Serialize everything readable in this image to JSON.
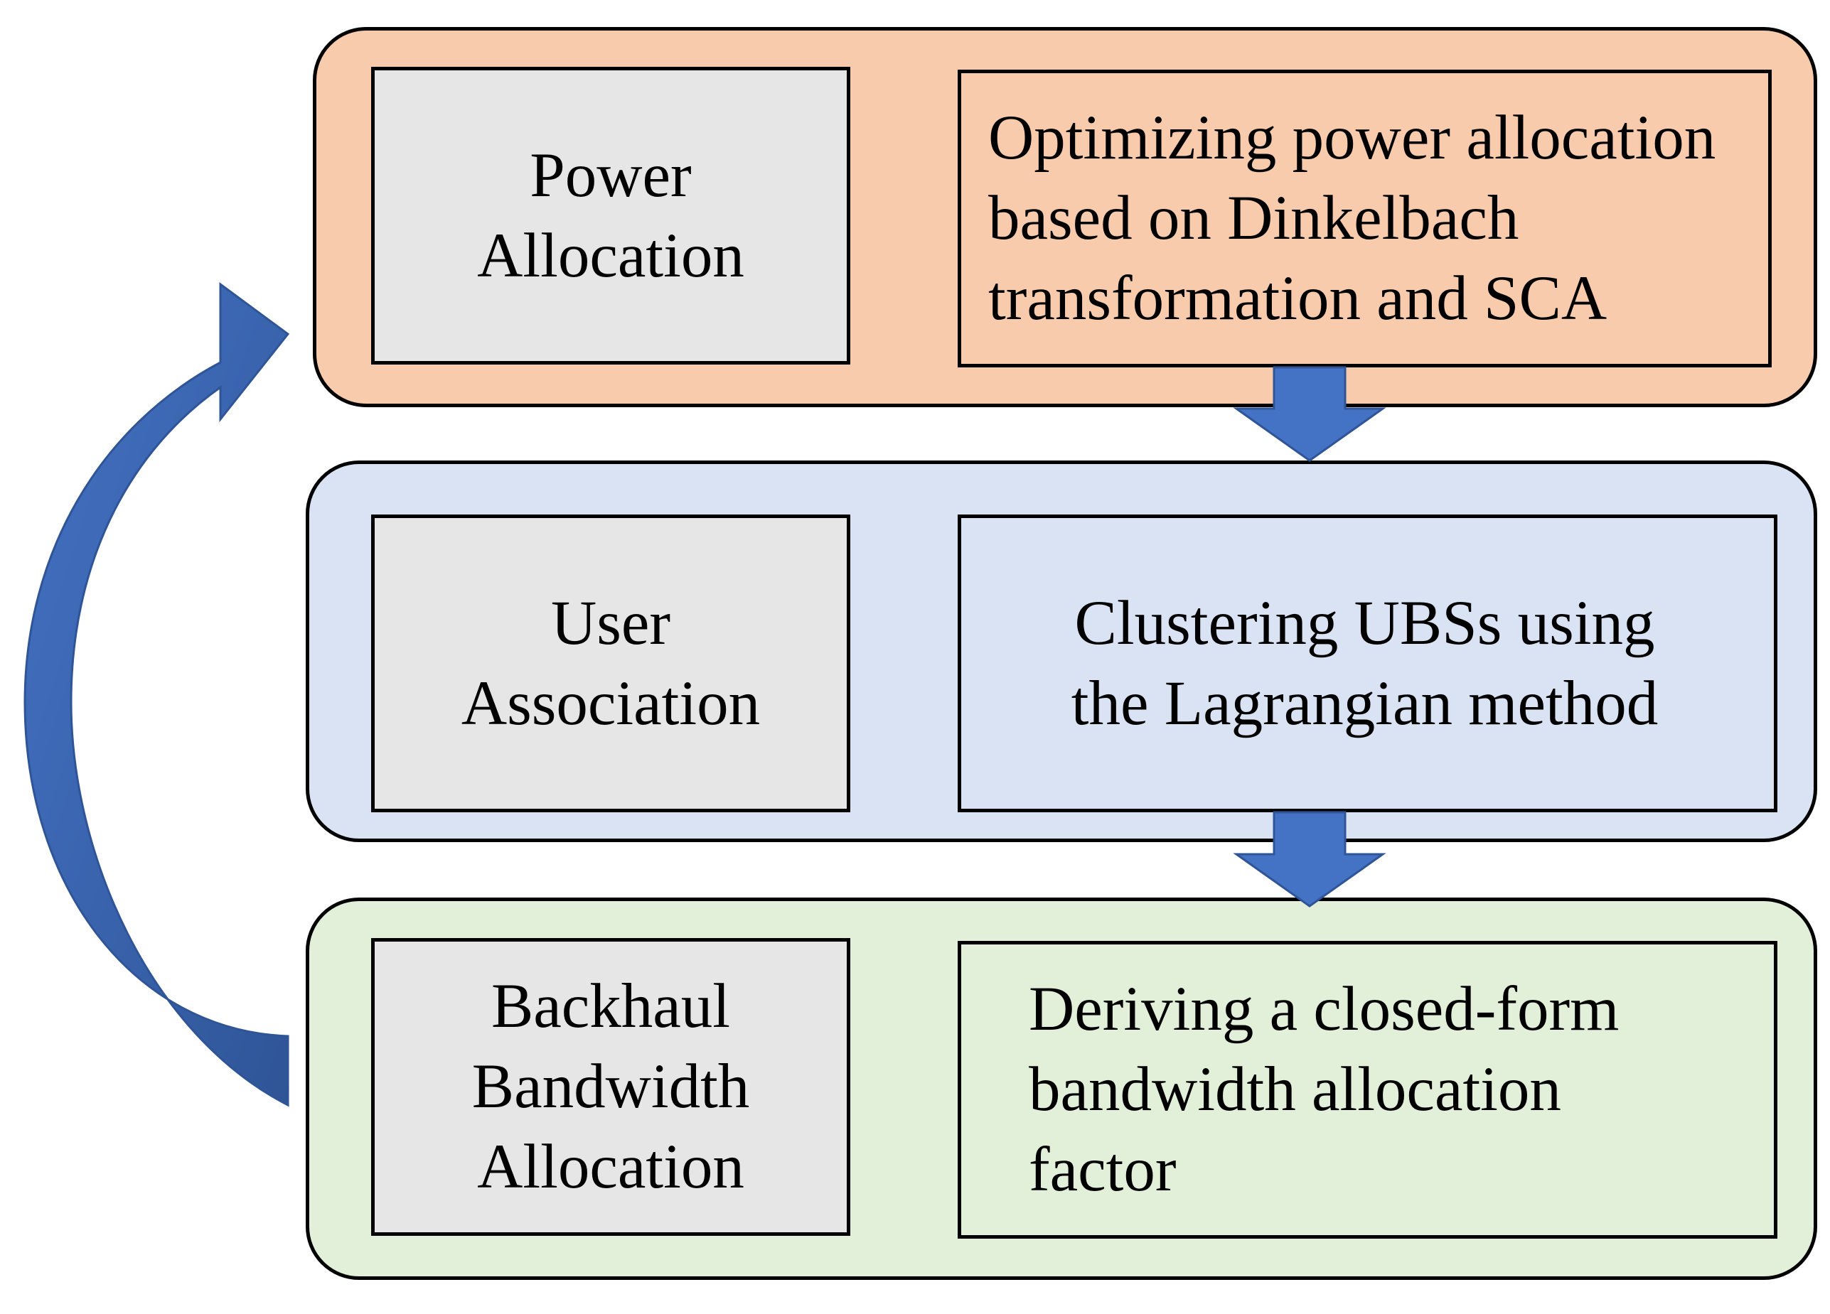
{
  "colors": {
    "power_stage_fill": "#f8cbad",
    "user_stage_fill": "#dae3f3",
    "backhaul_stage_fill": "#e2efd9",
    "label_box_fill": "#e6e6e6",
    "arrow_fill": "#4472c4",
    "arrow_dark": "#2f5597",
    "outline": "#000000"
  },
  "stages": {
    "power": {
      "label_lines": [
        "Power",
        "Allocation"
      ],
      "description_lines": [
        "Optimizing power allocation",
        "based on Dinkelbach",
        "transformation and SCA"
      ]
    },
    "user": {
      "label_lines": [
        "User",
        "Association"
      ],
      "description_lines": [
        "Clustering UBSs using",
        "the Lagrangian method"
      ]
    },
    "backhaul": {
      "label_lines": [
        "Backhaul",
        "Bandwidth",
        "Allocation"
      ],
      "description_lines": [
        "Deriving a closed-form",
        "bandwidth allocation",
        "factor"
      ]
    }
  }
}
